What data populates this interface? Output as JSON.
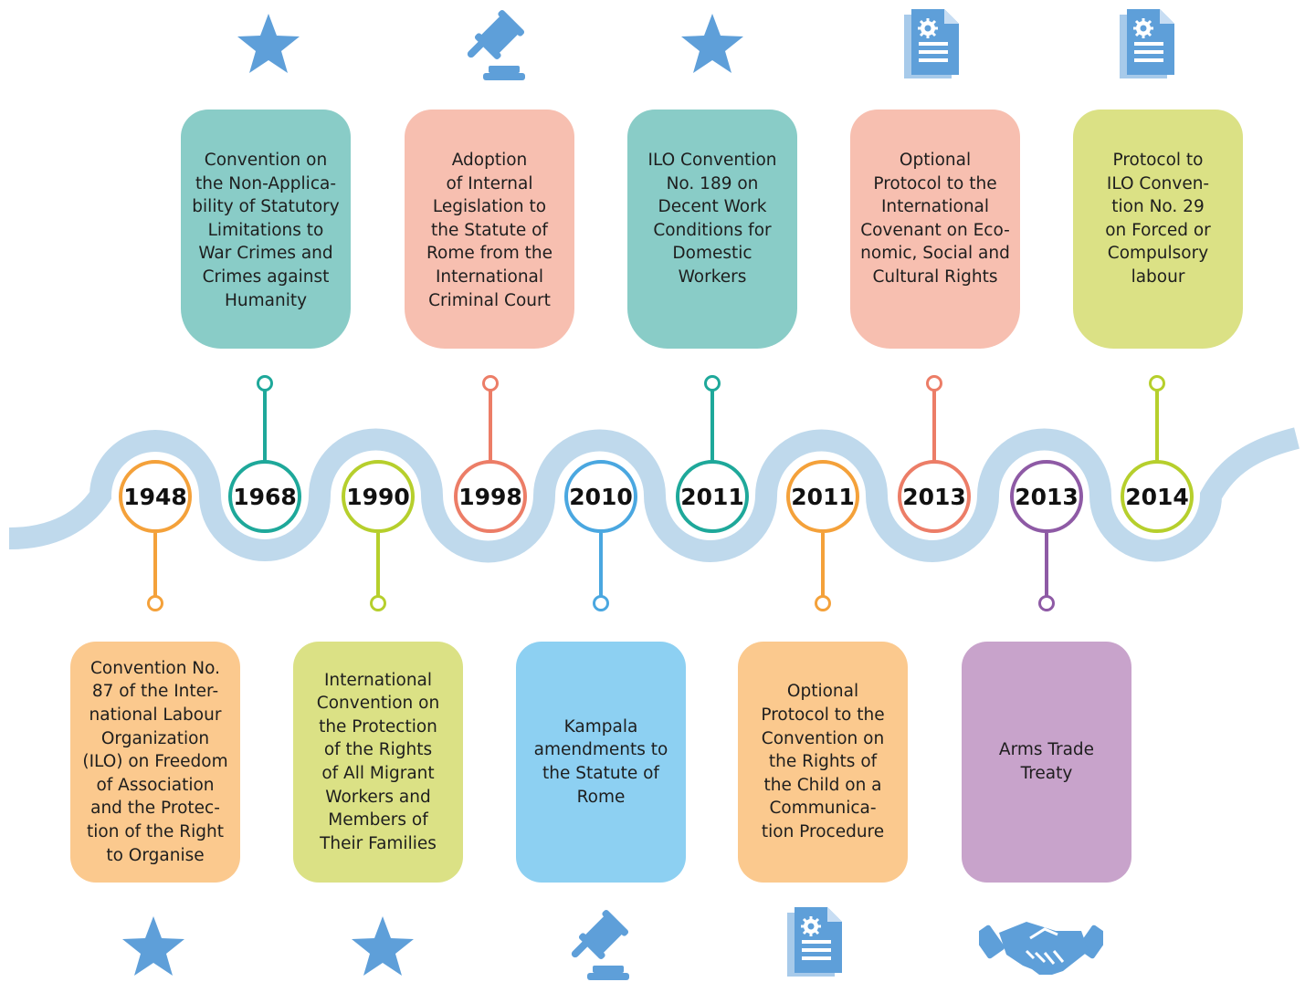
{
  "colors": {
    "wave": "#bfd9ec",
    "icon": "#5e9fd9",
    "orange": "#f4a13a",
    "teal": "#1ea89a",
    "lime": "#b6cf2c",
    "coral": "#ec7d67",
    "blue": "#4aa7e0",
    "purple": "#8e5aa5",
    "card_orange": "#fbc98e",
    "card_teal": "#89ccc7",
    "card_lime": "#dbe185",
    "card_coral": "#f7bfb0",
    "card_blue": "#8dd0f2",
    "card_purple": "#c8a3cb"
  },
  "events": [
    {
      "year": "1948",
      "text": "Convention No.\n87 of the Inter-\nnational Labour\nOrganization\n(ILO) on Freedom\nof Association\nand the Protec-\ntion of the Right\nto Organise",
      "icon": "star-icon"
    },
    {
      "year": "1968",
      "text": "Convention on\nthe Non-Applica-\nbility of Statutory\nLimitations to\nWar Crimes and\nCrimes against\nHumanity",
      "icon": "star-icon"
    },
    {
      "year": "1990",
      "text": "International\nConvention on\nthe Protection\nof the Rights\nof All Migrant\nWorkers and\nMembers of\nTheir Families",
      "icon": "star-icon"
    },
    {
      "year": "1998",
      "text": "Adoption\nof Internal\nLegislation to\nthe Statute of\nRome from the\nInternational\nCriminal Court",
      "icon": "gavel-icon"
    },
    {
      "year": "2010",
      "text": "Kampala\namendments to\nthe Statute of\nRome",
      "icon": "gavel-icon"
    },
    {
      "year": "2011",
      "text": "ILO Convention\nNo. 189 on\nDecent Work\nConditions for\nDomestic\nWorkers",
      "icon": "star-icon"
    },
    {
      "year": "2011",
      "text": "Optional\nProtocol to the\nConvention on\nthe Rights of\nthe Child on a\nCommunica-\ntion Procedure",
      "icon": "document-gear-icon"
    },
    {
      "year": "2013",
      "text": "Optional\nProtocol to the\nInternational\nCovenant on Eco-\nnomic, Social and\nCultural Rights",
      "icon": "document-gear-icon"
    },
    {
      "year": "2013",
      "text": "Arms Trade\nTreaty",
      "icon": "handshake-icon"
    },
    {
      "year": "2014",
      "text": "Protocol to\nILO Conven-\ntion No. 29\non Forced or\nCompulsory\nlabour",
      "icon": "document-gear-icon"
    }
  ]
}
